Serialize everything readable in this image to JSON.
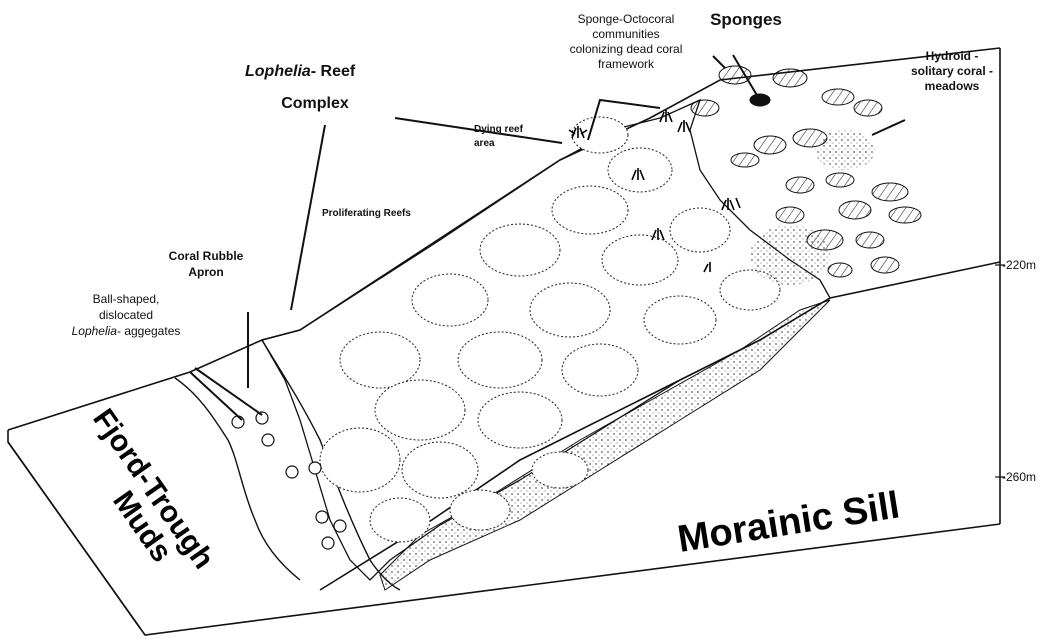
{
  "labels": {
    "sponge_octocoral_1": "Sponge-Octocoral",
    "sponge_octocoral_2": "communities",
    "sponge_octocoral_3": "colonizing dead coral",
    "sponge_octocoral_4": "framework",
    "sponges": "Sponges",
    "hydroid_1": "Hydroid -",
    "hydroid_2": "solitary coral -",
    "hydroid_3": "meadows",
    "lophelia_italic": "Lophelia",
    "reef_suffix": "- Reef",
    "complex": "Complex",
    "dying_1": "Dying reef",
    "dying_2": "area",
    "proliferating": "Proliferating Reefs",
    "coral_rubble_1": "Coral Rubble",
    "coral_rubble_2": "Apron",
    "ball_1": "Ball-shaped,",
    "ball_2": "dislocated",
    "ball_3_italic": "Lophelia",
    "ball_3_suffix": "- aggegates",
    "fjord_1": "Fjord-Trough",
    "fjord_2": "Muds",
    "morainic": "Morainic Sill",
    "depth_220": "-220m",
    "depth_260": "-260m"
  }
}
